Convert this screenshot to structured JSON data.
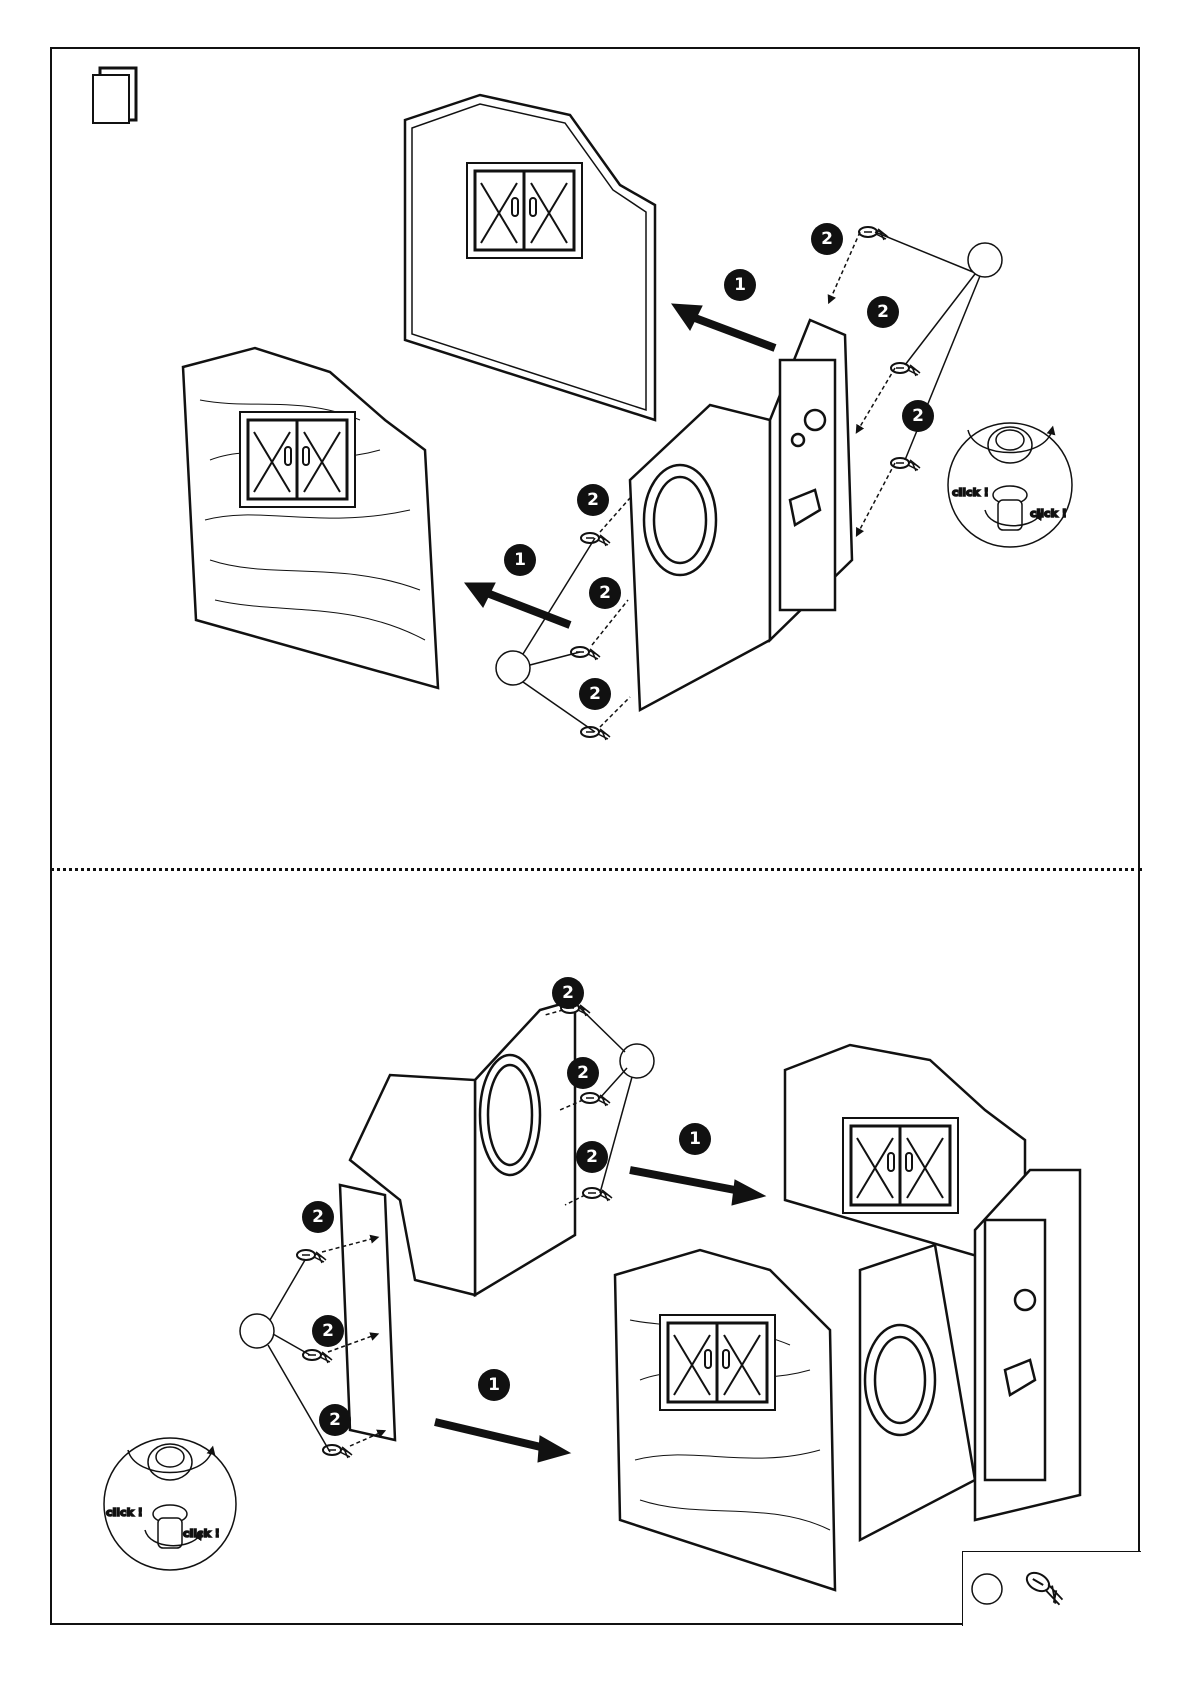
{
  "step": {
    "number": ""
  },
  "badges": {
    "one": "1",
    "two": "2"
  },
  "detail": {
    "click_left": "click !",
    "click_right": "click !"
  },
  "parts": {
    "screw_quantity": ""
  },
  "colors": {
    "ink": "#111111",
    "paper": "#ffffff"
  },
  "icons": [
    "screw-icon",
    "screwdriver-detail-icon",
    "arrow-icon",
    "callout-circle-icon"
  ]
}
